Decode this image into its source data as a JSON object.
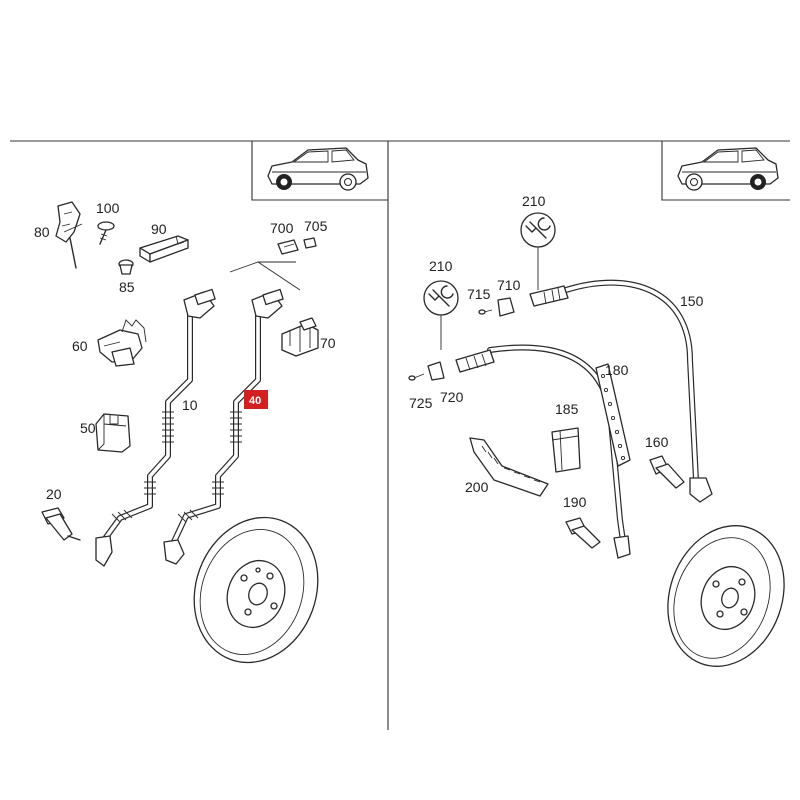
{
  "diagram": {
    "highlight_color": "#d21f1f",
    "left_panel": {
      "labels": [
        "100",
        "80",
        "90",
        "85",
        "700",
        "705",
        "60",
        "70",
        "10",
        "40",
        "50",
        "20"
      ],
      "highlighted_label": "40"
    },
    "right_panel": {
      "labels": [
        "210",
        "210",
        "715",
        "710",
        "150",
        "180",
        "725",
        "720",
        "185",
        "160",
        "200",
        "190"
      ]
    }
  }
}
